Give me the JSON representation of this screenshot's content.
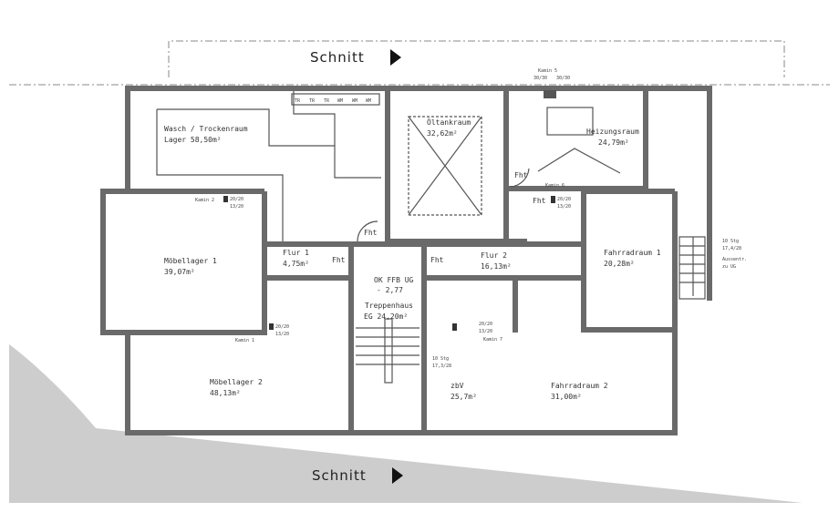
{
  "section_marker": {
    "top_label": "Schnitt",
    "bottom_label": "Schnitt"
  },
  "rooms": [
    {
      "name": "Wasch / Trockenraum",
      "area": "Lager 58,50m²"
    },
    {
      "name": "Öltankraum",
      "area": "32,62m²"
    },
    {
      "name": "Heizungsraum",
      "area": "24,79m²"
    },
    {
      "name": "Möbellager 1",
      "area": "39,07m²"
    },
    {
      "name": "Flur 1",
      "area": "4,75m²"
    },
    {
      "name": "Flur 2",
      "area": "16,13m²"
    },
    {
      "name": "Fahrradraum 1",
      "area": "20,28m²"
    },
    {
      "name": "Treppenhaus",
      "area": "EG 24,20m²"
    },
    {
      "name": "Möbellager 2",
      "area": "48,13m²"
    },
    {
      "name": "zbV",
      "area": "25,7m²"
    },
    {
      "name": "Fahrradraum 2",
      "area": "31,00m²"
    }
  ],
  "appliances": [
    "TR",
    "TR",
    "TR",
    "WM",
    "WM",
    "WM"
  ],
  "doors": {
    "fire_door": "Fht"
  },
  "level": {
    "label": "OK FFB UG",
    "value": "- 2,77"
  },
  "chimneys": [
    {
      "name": "Kamin 1",
      "size": "20/20",
      "size2": "13/20"
    },
    {
      "name": "Kamin 2",
      "size": "20/20",
      "size2": "13/20"
    },
    {
      "name": "Kamin 5",
      "size": "30/30",
      "size2": "30/30"
    },
    {
      "name": "Kamin 6",
      "size": "20/20",
      "size2": "13/20"
    },
    {
      "name": "Kamin 7",
      "size": "20/20",
      "size2": "13/20"
    }
  ],
  "stairs": {
    "inner": {
      "steps": "10 Stg",
      "ratio": "17,3/28"
    },
    "outer": {
      "steps": "10 Stg",
      "ratio": "17,4/28",
      "note1": "Aussentr.",
      "note2": "zu UG"
    }
  }
}
